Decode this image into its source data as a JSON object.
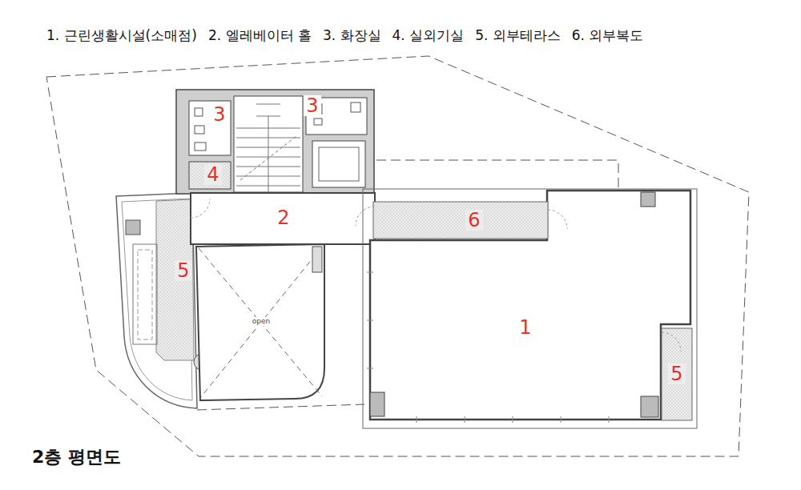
{
  "diagram": {
    "title": "2층 평면도",
    "labels": [
      "1. 근린생활시설(소매점)",
      "2. 엘레베이터 홀",
      "3. 화장실",
      "4. 실외기실",
      "5. 외부테라스",
      "6. 외부복도",
      "3",
      "3",
      "4",
      "2",
      "6",
      "5",
      "1",
      "5",
      "open"
    ]
  }
}
